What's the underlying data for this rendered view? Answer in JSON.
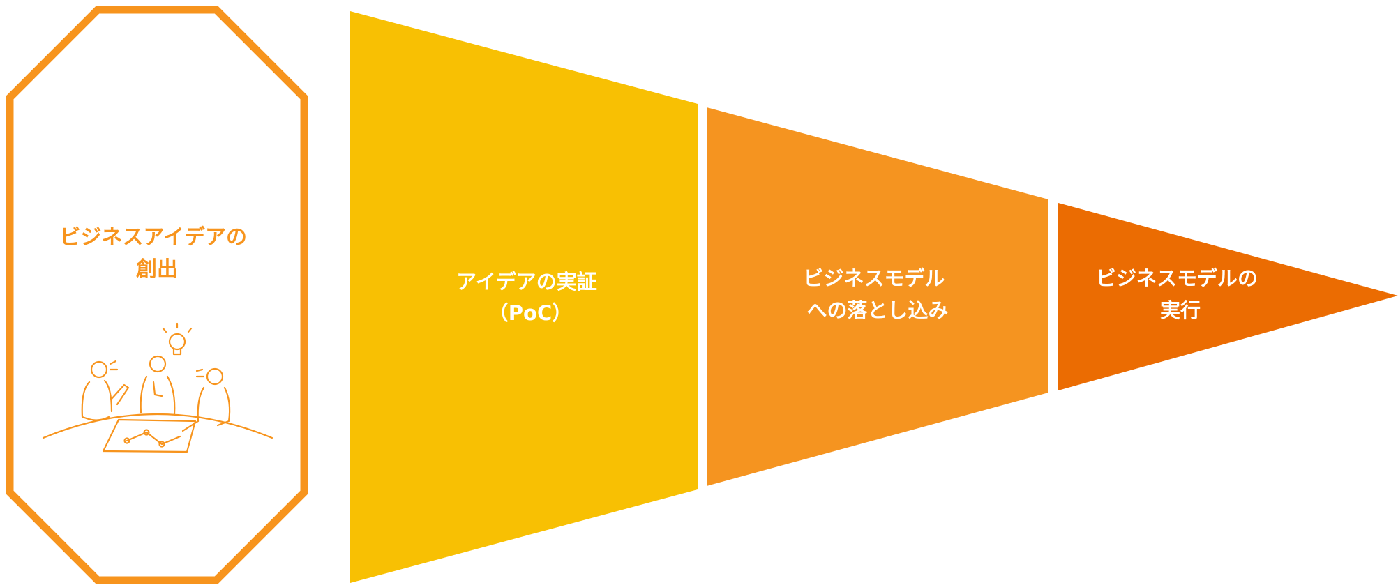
{
  "colors": {
    "background": "#ffffff",
    "stage1": "#f7941d",
    "stage2": "#f8c003",
    "stage3": "#f59420",
    "stage4": "#eb6c02",
    "label_on_stage": "#ffffff"
  },
  "stages": [
    {
      "lines": [
        "ビジネスアイデアの",
        "創出"
      ],
      "icon": "brainstorm-meeting-illustration"
    },
    {
      "lines": [
        "アイデアの実証",
        "（PoC）"
      ]
    },
    {
      "lines": [
        "ビジネスモデル",
        "への落とし込み"
      ]
    },
    {
      "lines": [
        "ビジネスモデルの",
        "実行"
      ]
    }
  ]
}
